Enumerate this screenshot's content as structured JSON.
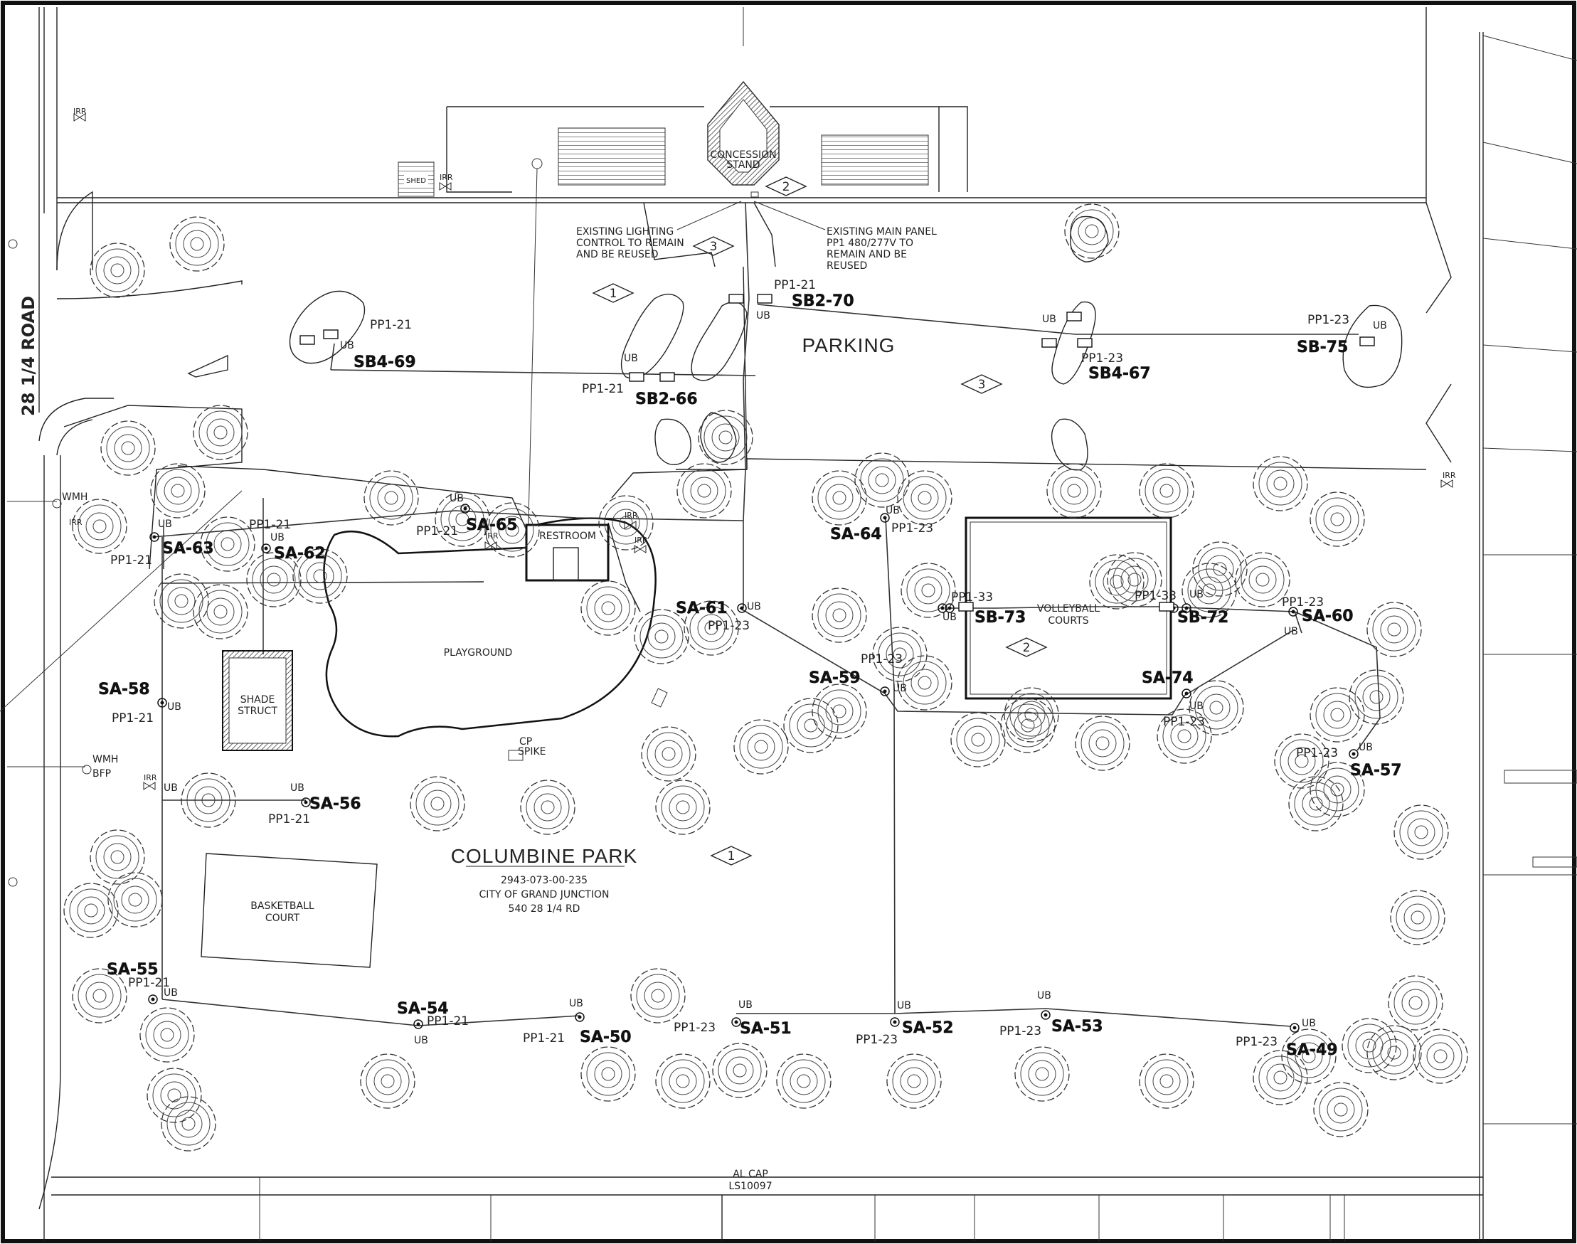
{
  "road_label": "28 1/4 ROAD",
  "site": {
    "title": "COLUMBINE PARK",
    "parcel": "2943-073-00-235",
    "owner": "CITY OF GRAND JUNCTION",
    "address": "540 28 1/4 RD"
  },
  "areas": {
    "parking": "PARKING",
    "playground": "PLAYGROUND",
    "restroom": "RESTROOM",
    "volleyball_line1": "VOLLEYBALL",
    "volleyball_line2": "COURTS",
    "basketball_line1": "BASKETBALL",
    "basketball_line2": "COURT",
    "shade_line1": "SHADE",
    "shade_line2": "STRUCT",
    "concession_line1": "CONCESSION",
    "concession_line2": "STAND",
    "shed": "SHED",
    "cp_line1": "CP",
    "cp_line2": "SPIKE",
    "wmh": "WMH",
    "bfp": "BFP",
    "irr": "IRR",
    "al_cap_line1": "AL CAP",
    "al_cap_line2": "LS10097"
  },
  "notes": {
    "lighting_l1": "EXISTING LIGHTING",
    "lighting_l2": "CONTROL TO REMAIN",
    "lighting_l3": "AND BE REUSED",
    "panel_l1": "EXISTING MAIN PANEL",
    "panel_l2": "PP1 480/277V TO",
    "panel_l3": "REMAIN AND BE",
    "panel_l4": "REUSED"
  },
  "keynotes": [
    "1",
    "2",
    "3"
  ],
  "circuits": {
    "c21": "PP1-21",
    "c23": "PP1-23",
    "c33": "PP1-33",
    "ub": "UB"
  },
  "fixtures": {
    "sa49": "SA-49",
    "sa50": "SA-50",
    "sa51": "SA-51",
    "sa52": "SA-52",
    "sa53": "SA-53",
    "sa54": "SA-54",
    "sa55": "SA-55",
    "sa56": "SA-56",
    "sa57": "SA-57",
    "sa58": "SA-58",
    "sa59": "SA-59",
    "sa60": "SA-60",
    "sa61": "SA-61",
    "sa62": "SA-62",
    "sa63": "SA-63",
    "sa64": "SA-64",
    "sa65": "SA-65",
    "sa74": "SA-74",
    "sb72": "SB-72",
    "sb73": "SB-73",
    "sb75": "SB-75",
    "sb2_66": "SB2-66",
    "sb2_70": "SB2-70",
    "sb4_67": "SB4-67",
    "sb4_69": "SB4-69"
  },
  "icons": [
    "tree-icon",
    "light-pole-icon",
    "irrigation-valve-icon",
    "keynote-diamond-icon"
  ]
}
